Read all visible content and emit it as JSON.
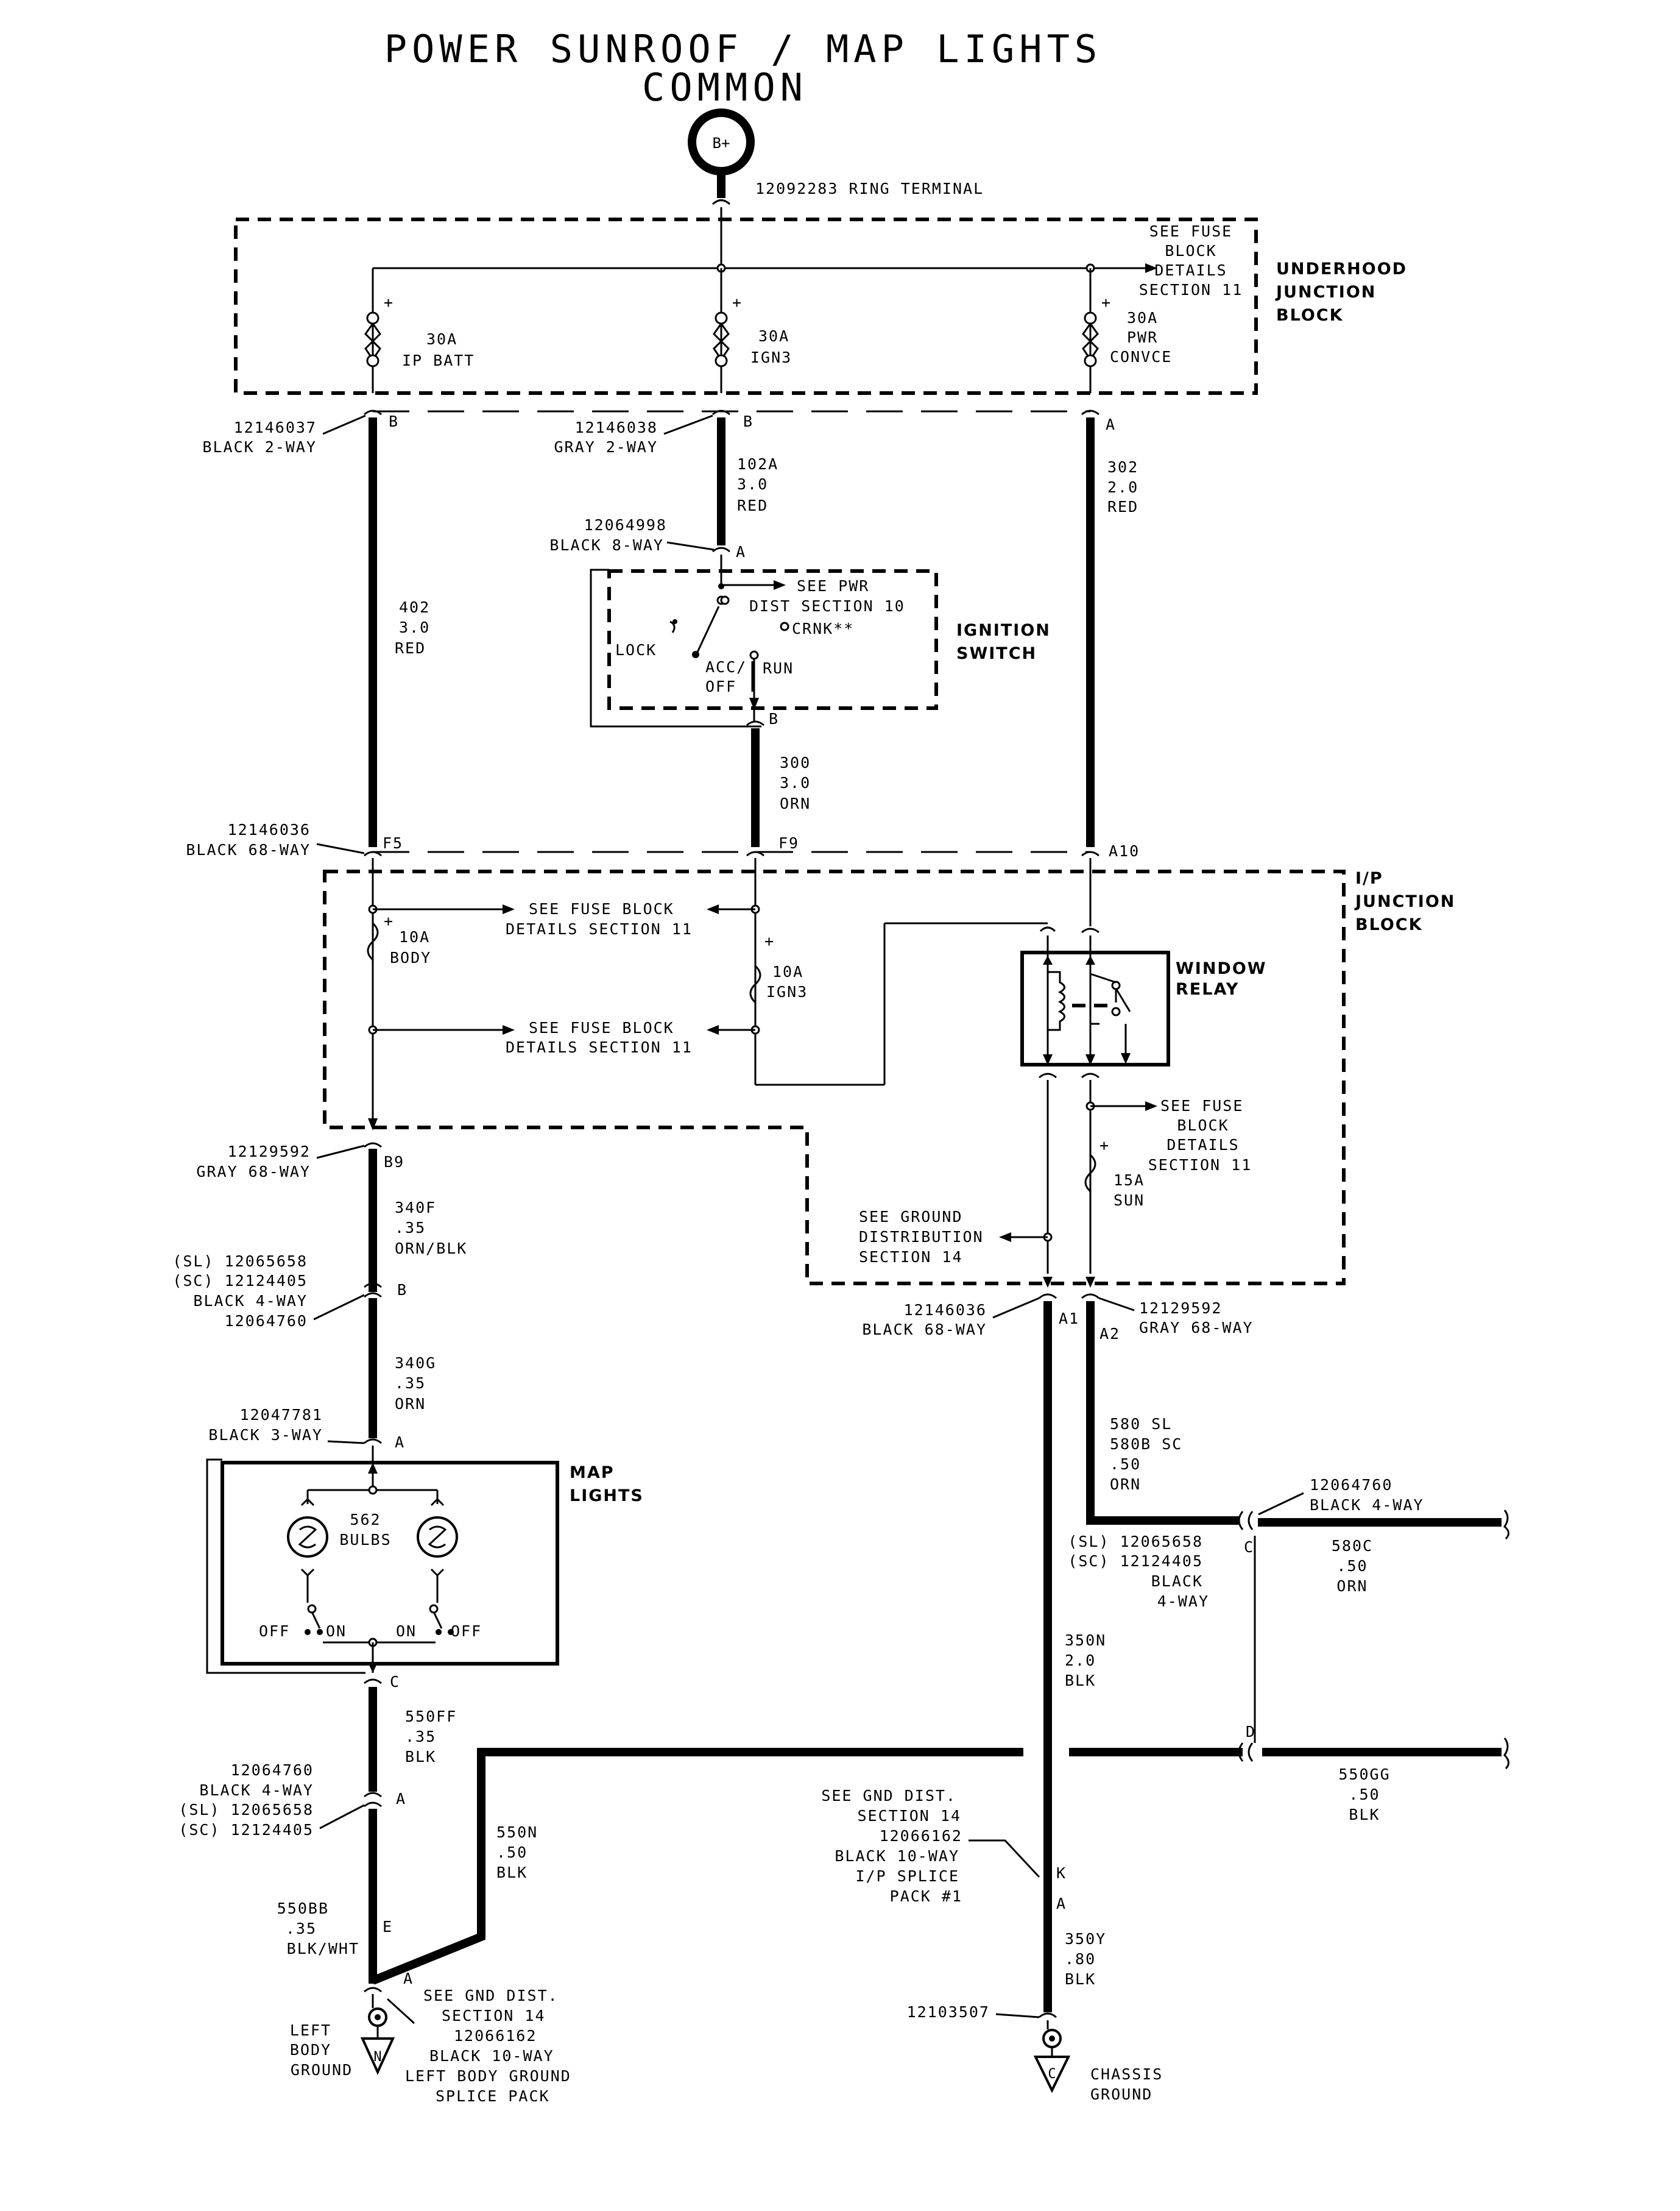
{
  "title": {
    "line1": "POWER SUNROOF / MAP LIGHTS",
    "line2": "COMMON"
  },
  "battery": {
    "label": "B+",
    "terminal": "12092283 RING TERMINAL"
  },
  "underhood": {
    "block_label": [
      "UNDERHOOD",
      "JUNCTION",
      "BLOCK"
    ],
    "see_fuse": [
      "SEE FUSE",
      "BLOCK",
      "DETAILS",
      "SECTION 11"
    ],
    "fuses": [
      {
        "rating": "30A",
        "name": "IP BATT"
      },
      {
        "rating": "30A",
        "name": "IGN3"
      },
      {
        "rating": "30A",
        "name": "PWR",
        "name2": "CONVCE"
      }
    ]
  },
  "connectors": {
    "c1": [
      "12146037",
      "BLACK 2-WAY"
    ],
    "c2": [
      "12146038",
      "GRAY 2-WAY"
    ],
    "c3": [
      "12064998",
      "BLACK 8-WAY"
    ],
    "c4": [
      "12146036",
      "BLACK 68-WAY"
    ],
    "c5": [
      "12129592",
      "GRAY 68-WAY"
    ],
    "c6": [
      "(SL) 12065658",
      "(SC) 12124405",
      "BLACK 4-WAY",
      "12064760"
    ],
    "c7": [
      "12047781",
      "BLACK 3-WAY"
    ],
    "c8": [
      "12064760",
      "BLACK 4-WAY",
      "(SL) 12065658",
      "(SC) 12124405"
    ],
    "c9": [
      "12146036",
      "BLACK 68-WAY"
    ],
    "c10": [
      "12129592",
      "GRAY 68-WAY"
    ],
    "c11": [
      "12064760",
      "BLACK 4-WAY"
    ],
    "c12": [
      "(SL) 12065658",
      "(SC) 12124405",
      "BLACK",
      "4-WAY"
    ],
    "c13": [
      "12103507"
    ]
  },
  "pins": {
    "B1": "B",
    "B2": "B",
    "A1": "A",
    "A2": "A",
    "B3": "B",
    "F5": "F5",
    "F9": "F9",
    "A10": "A10",
    "B9": "B9",
    "B4": "B",
    "A3": "A",
    "C1": "C",
    "A4": "A",
    "E": "E",
    "A5": "A",
    "A1b": "A1",
    "A2b": "A2",
    "C2": "C",
    "D": "D",
    "K": "K",
    "A6": "A"
  },
  "wires": {
    "w402": [
      "402",
      "3.0",
      "RED"
    ],
    "w102A": [
      "102A",
      "3.0",
      "RED"
    ],
    "w302": [
      "302",
      "2.0",
      "RED"
    ],
    "w300": [
      "300",
      "3.0",
      "ORN"
    ],
    "w340F": [
      "340F",
      ".35",
      "ORN/BLK"
    ],
    "w340G": [
      "340G",
      ".35",
      "ORN"
    ],
    "w550FF": [
      "550FF",
      ".35",
      "BLK"
    ],
    "w550BB": [
      "550BB",
      ".35",
      "BLK/WHT"
    ],
    "w550N": [
      "550N",
      ".50",
      "BLK"
    ],
    "w580": [
      "580 SL",
      "580B SC",
      ".50",
      "ORN"
    ],
    "w580C": [
      "580C",
      ".50",
      "ORN"
    ],
    "w350N": [
      "350N",
      "2.0",
      "BLK"
    ],
    "w550GG": [
      "550GG",
      ".50",
      "BLK"
    ],
    "w350Y": [
      "350Y",
      ".80",
      "BLK"
    ]
  },
  "ignition": {
    "label": [
      "IGNITION",
      "SWITCH"
    ],
    "see_pwr": [
      "SEE PWR",
      "DIST SECTION 10"
    ],
    "crnk": "CRNK**",
    "lock": "LOCK",
    "accoff": [
      "ACC/",
      "OFF"
    ],
    "run": "RUN"
  },
  "ip_block": {
    "label": [
      "I/P",
      "JUNCTION",
      "BLOCK"
    ],
    "see1": [
      "SEE FUSE BLOCK",
      "DETAILS SECTION 11"
    ],
    "see2": [
      "SEE FUSE BLOCK",
      "DETAILS SECTION 11"
    ],
    "fuse_body": [
      "10A",
      "BODY"
    ],
    "fuse_ign3": [
      "10A",
      "IGN3"
    ],
    "relay": [
      "WINDOW",
      "RELAY"
    ],
    "see3": [
      "SEE FUSE",
      "BLOCK",
      "DETAILS",
      "SECTION 11"
    ],
    "fuse_sun": [
      "15A",
      "SUN"
    ],
    "see_gnd": [
      "SEE GROUND",
      "DISTRIBUTION",
      "SECTION 14"
    ]
  },
  "map_lights": {
    "label": [
      "MAP",
      "LIGHTS"
    ],
    "bulbs": [
      "562",
      "BULBS"
    ],
    "off_l": "OFF",
    "on_l": "ON",
    "on_r": "ON",
    "off_r": "OFF"
  },
  "grounds": {
    "left": [
      "LEFT",
      "BODY",
      "GROUND"
    ],
    "left_letter": "N",
    "left_see": [
      "SEE GND DIST.",
      "SECTION 14",
      "12066162",
      "BLACK 10-WAY",
      "LEFT BODY GROUND",
      "SPLICE PACK"
    ],
    "ip_see": [
      "SEE GND DIST.",
      "SECTION 14",
      "12066162",
      "BLACK 10-WAY",
      "I/P SPLICE",
      "PACK #1"
    ],
    "chassis": [
      "CHASSIS",
      "GROUND"
    ],
    "chassis_letter": "C"
  },
  "plus": "+"
}
